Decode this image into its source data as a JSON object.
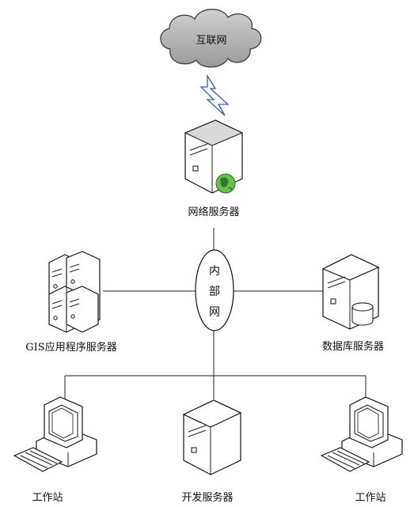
{
  "cloud": {
    "label": "互联网",
    "icon": "cloud-icon"
  },
  "hub": {
    "label_chars": [
      "内",
      "部",
      "网"
    ]
  },
  "nodes": {
    "web_server": {
      "label": "网络服务器",
      "icon": "web-server-icon"
    },
    "gis_server": {
      "label": "GIS应用程序服务器",
      "icon": "server-rack-icon"
    },
    "db_server": {
      "label": "数据库服务器",
      "icon": "database-server-icon"
    },
    "workstation_left": {
      "label": "工作站",
      "icon": "workstation-icon"
    },
    "dev_server": {
      "label": "开发服务器",
      "icon": "server-tower-icon"
    },
    "workstation_right": {
      "label": "工作站",
      "icon": "workstation-icon"
    }
  }
}
